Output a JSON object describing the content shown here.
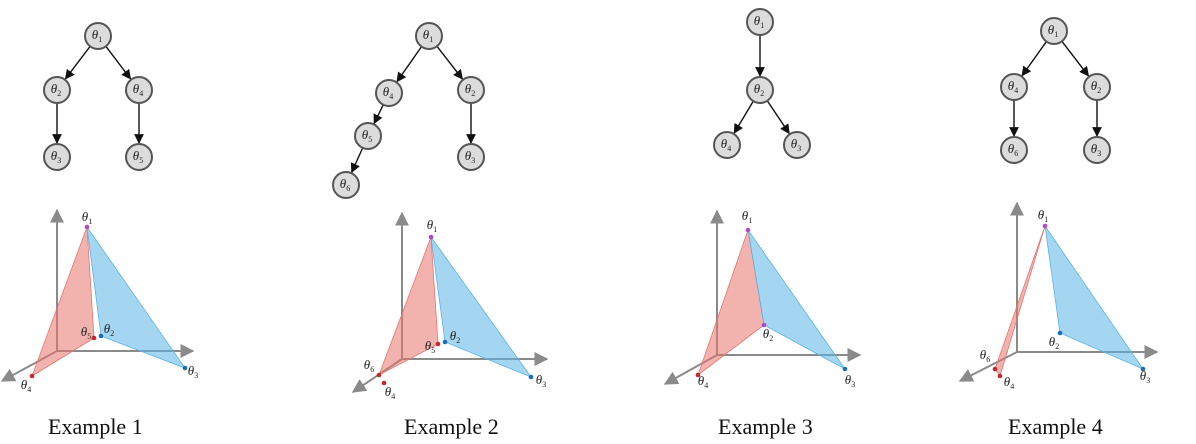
{
  "examples": [
    {
      "caption": "Example 1",
      "tree": {
        "nodes": [
          {
            "id": "1",
            "label": "θ",
            "sub": "1"
          },
          {
            "id": "2",
            "label": "θ",
            "sub": "2"
          },
          {
            "id": "4",
            "label": "θ",
            "sub": "4"
          },
          {
            "id": "3",
            "label": "θ",
            "sub": "3"
          },
          {
            "id": "5",
            "label": "θ",
            "sub": "5"
          }
        ],
        "edges": [
          [
            "1",
            "2"
          ],
          [
            "1",
            "4"
          ],
          [
            "2",
            "3"
          ],
          [
            "4",
            "5"
          ]
        ]
      },
      "plot": {
        "points": [
          {
            "id": "1",
            "label": "θ",
            "sub": "1",
            "color": "#b048c8"
          },
          {
            "id": "2",
            "label": "θ",
            "sub": "2",
            "color": "#1a6fb3"
          },
          {
            "id": "3",
            "label": "θ",
            "sub": "3",
            "color": "#1a6fb3"
          },
          {
            "id": "4",
            "label": "θ",
            "sub": "4",
            "color": "#c0282e"
          },
          {
            "id": "5",
            "label": "θ",
            "sub": "5",
            "color": "#c0282e"
          }
        ],
        "red_facet": [
          "1",
          "4",
          "5"
        ],
        "blue_facet": [
          "1",
          "2",
          "3"
        ]
      }
    },
    {
      "caption": "Example 2",
      "tree": {
        "nodes": [
          {
            "id": "1",
            "label": "θ",
            "sub": "1"
          },
          {
            "id": "4",
            "label": "θ",
            "sub": "4"
          },
          {
            "id": "2",
            "label": "θ",
            "sub": "2"
          },
          {
            "id": "5",
            "label": "θ",
            "sub": "5"
          },
          {
            "id": "3",
            "label": "θ",
            "sub": "3"
          },
          {
            "id": "6",
            "label": "θ",
            "sub": "6"
          }
        ],
        "edges": [
          [
            "1",
            "4"
          ],
          [
            "1",
            "2"
          ],
          [
            "4",
            "5"
          ],
          [
            "2",
            "3"
          ],
          [
            "5",
            "6"
          ]
        ]
      },
      "plot": {
        "points": [
          {
            "id": "1",
            "label": "θ",
            "sub": "1",
            "color": "#b048c8"
          },
          {
            "id": "2",
            "label": "θ",
            "sub": "2",
            "color": "#1a6fb3"
          },
          {
            "id": "3",
            "label": "θ",
            "sub": "3",
            "color": "#1a6fb3"
          },
          {
            "id": "4",
            "label": "θ",
            "sub": "4",
            "color": "#c0282e"
          },
          {
            "id": "5",
            "label": "θ",
            "sub": "5",
            "color": "#c0282e"
          },
          {
            "id": "6",
            "label": "θ",
            "sub": "6",
            "color": "#c0282e"
          }
        ],
        "red_facet": [
          "1",
          "6",
          "5"
        ],
        "blue_facet": [
          "1",
          "2",
          "3"
        ]
      }
    },
    {
      "caption": "Example 3",
      "tree": {
        "nodes": [
          {
            "id": "1",
            "label": "θ",
            "sub": "1"
          },
          {
            "id": "2",
            "label": "θ",
            "sub": "2"
          },
          {
            "id": "4",
            "label": "θ",
            "sub": "4"
          },
          {
            "id": "3",
            "label": "θ",
            "sub": "3"
          }
        ],
        "edges": [
          [
            "1",
            "2"
          ],
          [
            "2",
            "4"
          ],
          [
            "2",
            "3"
          ]
        ]
      },
      "plot": {
        "points": [
          {
            "id": "1",
            "label": "θ",
            "sub": "1",
            "color": "#b048c8"
          },
          {
            "id": "2",
            "label": "θ",
            "sub": "2",
            "color": "#b048c8"
          },
          {
            "id": "3",
            "label": "θ",
            "sub": "3",
            "color": "#1a6fb3"
          },
          {
            "id": "4",
            "label": "θ",
            "sub": "4",
            "color": "#c0282e"
          }
        ],
        "red_facet": [
          "1",
          "2",
          "4"
        ],
        "blue_facet": [
          "1",
          "2",
          "3"
        ]
      }
    },
    {
      "caption": "Example 4",
      "tree": {
        "nodes": [
          {
            "id": "1",
            "label": "θ",
            "sub": "1"
          },
          {
            "id": "4",
            "label": "θ",
            "sub": "4"
          },
          {
            "id": "2",
            "label": "θ",
            "sub": "2"
          },
          {
            "id": "6",
            "label": "θ",
            "sub": "6"
          },
          {
            "id": "3",
            "label": "θ",
            "sub": "3"
          }
        ],
        "edges": [
          [
            "1",
            "4"
          ],
          [
            "1",
            "2"
          ],
          [
            "4",
            "6"
          ],
          [
            "2",
            "3"
          ]
        ]
      },
      "plot": {
        "points": [
          {
            "id": "1",
            "label": "θ",
            "sub": "1",
            "color": "#b048c8"
          },
          {
            "id": "2",
            "label": "θ",
            "sub": "2",
            "color": "#1a6fb3"
          },
          {
            "id": "3",
            "label": "θ",
            "sub": "3",
            "color": "#1a6fb3"
          },
          {
            "id": "4",
            "label": "θ",
            "sub": "4",
            "color": "#c0282e"
          },
          {
            "id": "6",
            "label": "θ",
            "sub": "6",
            "color": "#c0282e"
          }
        ],
        "red_facet": [
          "1",
          "4",
          "6"
        ],
        "blue_facet": [
          "1",
          "2",
          "3"
        ]
      }
    }
  ],
  "colors": {
    "red_fill": "#e8746e",
    "blue_fill": "#5ab4e6",
    "axis": "#8a8a8a",
    "node_fill": "#dcdcdc",
    "node_stroke": "#555555"
  }
}
